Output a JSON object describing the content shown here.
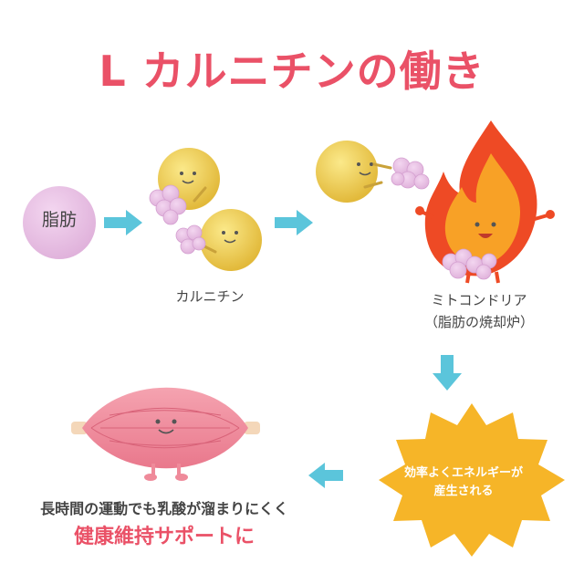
{
  "title": "L カルニチンの働き",
  "nodes": {
    "fat": "脂肪",
    "carnitine": "カルニチン",
    "mitochondria": "ミトコンドリア",
    "mitochondria_sub": "（脂肪の焼却炉）",
    "energy_line1": "効率よくエネルギーが",
    "energy_line2": "産生される"
  },
  "bottom": {
    "line1": "長時間の運動でも乳酸が溜まりにくく",
    "line2": "健康維持サポートに"
  },
  "colors": {
    "title": "#ea5167",
    "arrow": "#5bc5db",
    "fat_circle": "#e6bde2",
    "carnitine_ball": "#e8c64a",
    "fat_bubble": "#e7b4e3",
    "flame_outer": "#ee4a25",
    "flame_inner": "#f8a126",
    "energy_burst": "#f6b528",
    "muscle": "#ef8a9a",
    "emphasis": "#ea5167"
  }
}
